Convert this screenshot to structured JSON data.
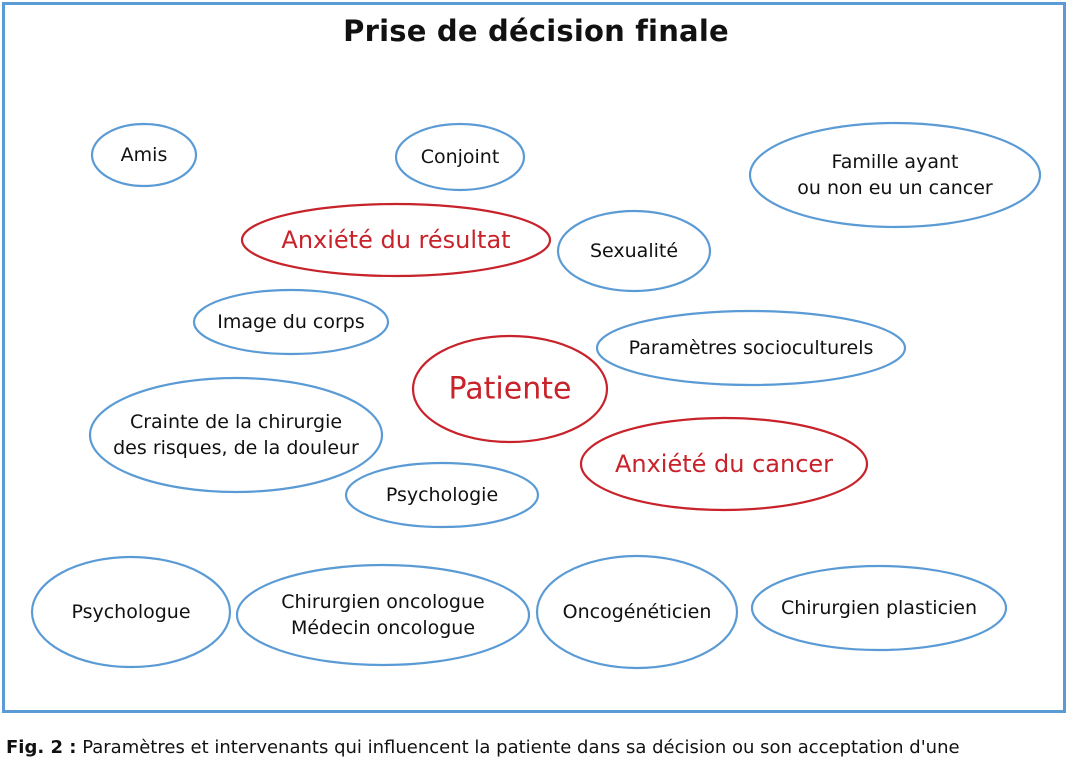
{
  "title": "Prise de décision finale",
  "colors": {
    "frame": "#5b9bd5",
    "bubble_outline": "#5b9bd5",
    "highlight": "#c8222b",
    "text": "#111111"
  },
  "bubbles": [
    {
      "id": "amis",
      "lines": [
        "Amis"
      ],
      "highlight": false
    },
    {
      "id": "conjoint",
      "lines": [
        "Conjoint"
      ],
      "highlight": false
    },
    {
      "id": "famille",
      "lines": [
        "Famille ayant",
        "ou non eu un cancer"
      ],
      "highlight": false
    },
    {
      "id": "anxiete-resultat",
      "lines": [
        "Anxiété du résultat"
      ],
      "highlight": true
    },
    {
      "id": "sexualite",
      "lines": [
        "Sexualité"
      ],
      "highlight": false
    },
    {
      "id": "image-corps",
      "lines": [
        "Image du corps"
      ],
      "highlight": false
    },
    {
      "id": "parametres",
      "lines": [
        "Paramètres socioculturels"
      ],
      "highlight": false
    },
    {
      "id": "patiente",
      "lines": [
        "Patiente"
      ],
      "highlight": true
    },
    {
      "id": "crainte",
      "lines": [
        "Crainte de la chirurgie",
        "des risques, de la douleur"
      ],
      "highlight": false
    },
    {
      "id": "anxiete-cancer",
      "lines": [
        "Anxiété du cancer"
      ],
      "highlight": true
    },
    {
      "id": "psychologie",
      "lines": [
        "Psychologie"
      ],
      "highlight": false
    },
    {
      "id": "psychologue",
      "lines": [
        "Psychologue"
      ],
      "highlight": false
    },
    {
      "id": "chirurgien-oncologue",
      "lines": [
        "Chirurgien oncologue",
        "Médecin oncologue"
      ],
      "highlight": false
    },
    {
      "id": "oncogeneticien",
      "lines": [
        "Oncogénéticien"
      ],
      "highlight": false
    },
    {
      "id": "chirurgien-plasticien",
      "lines": [
        "Chirurgien plasticien"
      ],
      "highlight": false
    }
  ],
  "caption": {
    "label": "Fig. 2 :",
    "text": "Paramètres et intervenants qui influencent la patiente dans sa décision ou son acceptation d'une"
  }
}
